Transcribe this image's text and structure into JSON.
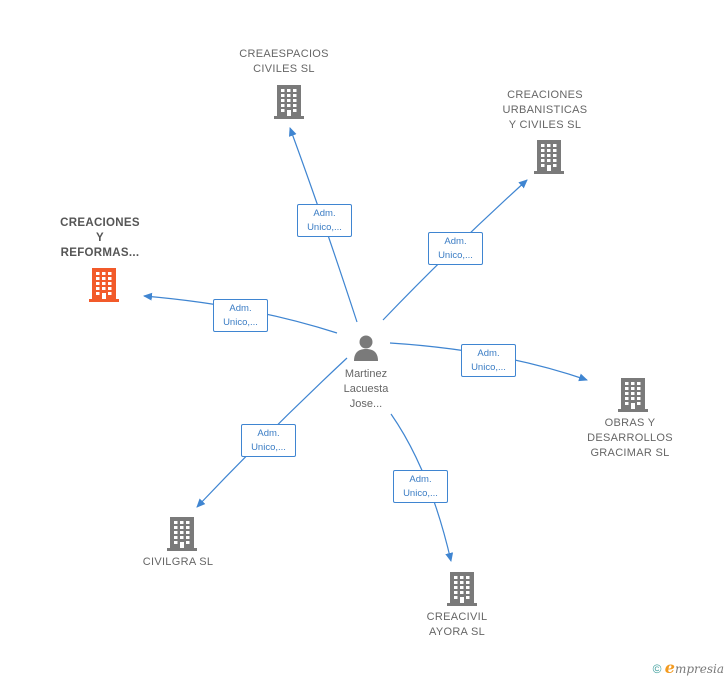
{
  "center": {
    "name_lines": [
      "Martinez",
      "Lacuesta",
      "Jose..."
    ]
  },
  "companies": [
    {
      "id": "creaespacios",
      "name": "CREAESPACIOS\nCIVILES SL",
      "highlight": false,
      "edge_label": [
        "Adm.",
        "Unico,..."
      ]
    },
    {
      "id": "creaciones-urb",
      "name": "CREACIONES\nURBANISTICAS\nY CIVILES SL",
      "highlight": false,
      "edge_label": [
        "Adm.",
        "Unico,..."
      ]
    },
    {
      "id": "creaciones-ref",
      "name": "CREACIONES\nY\nREFORMAS...",
      "highlight": true,
      "edge_label": [
        "Adm.",
        "Unico,..."
      ]
    },
    {
      "id": "obras",
      "name": "OBRAS Y\nDESARROLLOS\nGRACIMAR SL",
      "highlight": false,
      "edge_label": [
        "Adm.",
        "Unico,..."
      ]
    },
    {
      "id": "civilgra",
      "name": "CIVILGRA SL",
      "highlight": false,
      "edge_label": [
        "Adm.",
        "Unico,..."
      ]
    },
    {
      "id": "creacivil",
      "name": "CREACIVIL\nAYORA SL",
      "highlight": false,
      "edge_label": [
        "Adm.",
        "Unico,..."
      ]
    }
  ],
  "colors": {
    "edge": "#3f85d1",
    "building": "#7a7a7a",
    "building_highlight": "#f25a2a",
    "person": "#7a7a7a"
  },
  "icons": {
    "company": "building-icon",
    "person": "person-icon",
    "copyright": "copyright-icon"
  },
  "footer": {
    "copyright": "©",
    "brand_initial": "e",
    "brand_rest": "mpresia"
  }
}
